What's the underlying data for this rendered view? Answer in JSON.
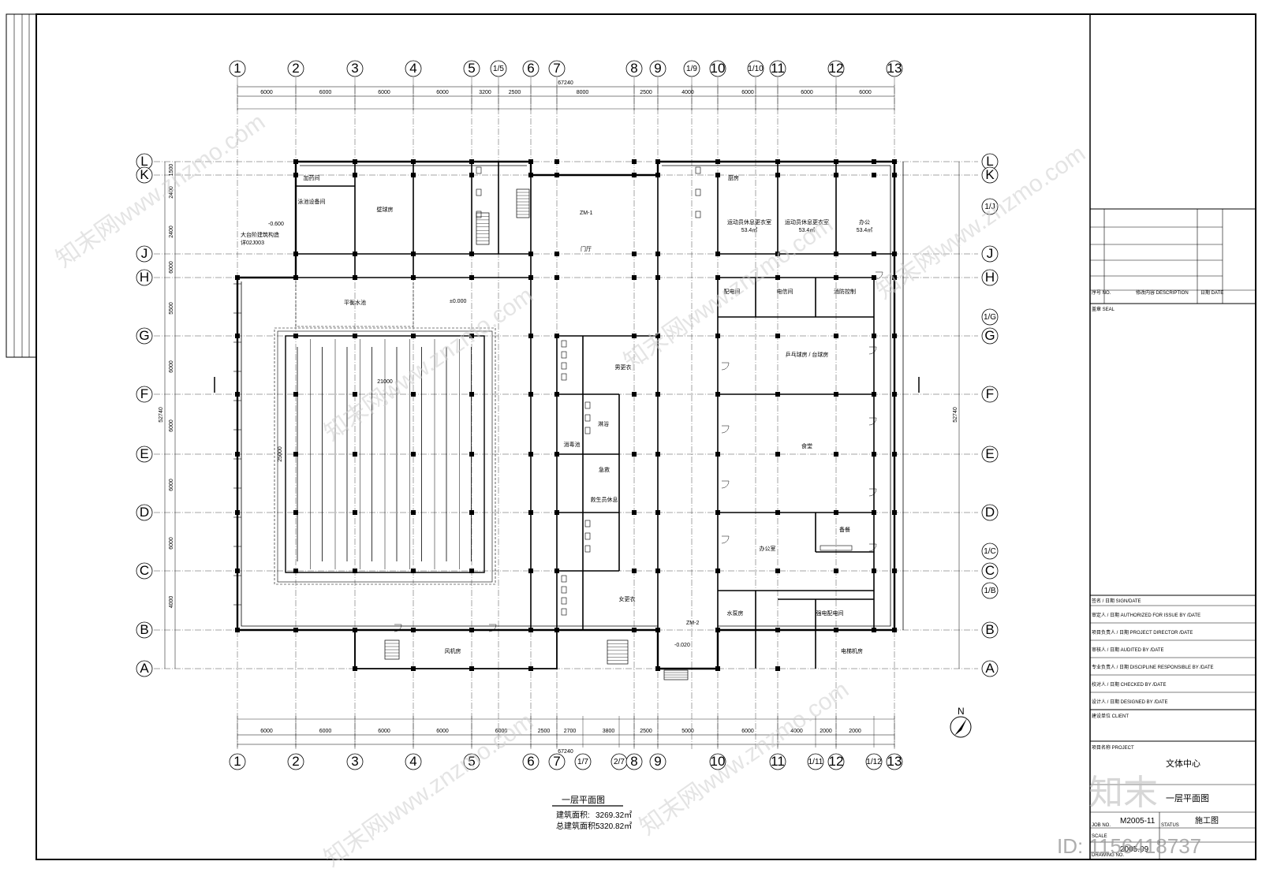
{
  "axes": {
    "top": [
      "1",
      "2",
      "3",
      "4",
      "5",
      "1/5",
      "6",
      "7",
      "8",
      "9",
      "1/9",
      "10",
      "1/10",
      "11",
      "12",
      "13"
    ],
    "bottom": [
      "1",
      "2",
      "3",
      "4",
      "5",
      "6",
      "7",
      "1/7",
      "2/7",
      "8",
      "9",
      "10",
      "11",
      "1/11",
      "12",
      "1/12",
      "13"
    ],
    "left": [
      "L",
      "K",
      "J",
      "H",
      "G",
      "F",
      "E",
      "D",
      "C",
      "B",
      "A"
    ],
    "right": [
      "L",
      "K",
      "1/J",
      "J",
      "H",
      "1/G",
      "G",
      "F",
      "E",
      "D",
      "1/C",
      "C",
      "1/B",
      "B",
      "A"
    ]
  },
  "dimensions": {
    "overall_width": "67240",
    "overall_height": "52740",
    "top_bays": [
      "6000",
      "6000",
      "6000",
      "6000",
      "3200",
      "2500",
      "8000",
      "2500",
      "4000",
      "6000",
      "6000",
      "6000",
      "6000"
    ],
    "bottom_bays": [
      "6000",
      "6000",
      "6000",
      "6000",
      "6000",
      "2500",
      "2700",
      "3800",
      "2500",
      "5000",
      "6000",
      "4000",
      "2000",
      "2000"
    ],
    "left_bays": [
      "1500",
      "2400",
      "2400",
      "6000",
      "5500",
      "6000",
      "6000",
      "6000",
      "6000",
      "4000"
    ]
  },
  "rooms": [
    {
      "name": "壁球房"
    },
    {
      "name": "泳池设备间"
    },
    {
      "name": "加药间"
    },
    {
      "name": "平衡水池"
    },
    {
      "name": "门厅"
    },
    {
      "name": "男更衣"
    },
    {
      "name": "淋浴"
    },
    {
      "name": "消毒池"
    },
    {
      "name": "急救"
    },
    {
      "name": "救生员休息"
    },
    {
      "name": "女更衣"
    },
    {
      "name": "风机房"
    },
    {
      "name": "厨房"
    },
    {
      "name": "运动员休息更衣室",
      "area": "53.4㎡"
    },
    {
      "name": "运动员休息更衣室",
      "area": "53.4㎡"
    },
    {
      "name": "办公",
      "area": "53.4㎡"
    },
    {
      "name": "配电间"
    },
    {
      "name": "电信间"
    },
    {
      "name": "消防控制"
    },
    {
      "name": "乒乓球房 / 台球房"
    },
    {
      "name": "食堂"
    },
    {
      "name": "办公室"
    },
    {
      "name": "备餐"
    },
    {
      "name": "水泵房"
    },
    {
      "name": "强电配电间"
    },
    {
      "name": "电梯机房"
    }
  ],
  "pool_width": "21000",
  "pool_length": "25000",
  "notes": [
    "大台阶建筑构造",
    "详02J003",
    "ZM-1",
    "ZM-2",
    "±0.000",
    "-0.600",
    "-0.020"
  ],
  "plan_title": "一层平面图",
  "area_building_label": "建筑面积:",
  "area_building_value": "3269.32㎡",
  "area_total_label": "总建筑面积:",
  "area_total_value": "5320.82㎡",
  "north_label": "N",
  "title_block": {
    "rev_headers": [
      "序号 NO.",
      "修改内容 DESCRIPTION",
      "日期 DATE"
    ],
    "seal": "盖章 SEAL",
    "sign": "签名 / 日期 SIGN/DATE",
    "rows": [
      "审定人 / 日期 AUTHORIZED FOR ISSUE BY /DATE",
      "项目负责人 / 日期 PROJECT DIRECTOR /DATE",
      "审核人 / 日期 AUDITED BY /DATE",
      "专业负责人 / 日期 DISCIPLINE RESPONSIBLE BY /DATE",
      "校对人 / 日期 CHECKED BY /DATE",
      "设计人 / 日期 DESIGNED BY /DATE"
    ],
    "client_label": "建设单位 CLIENT",
    "project_label": "项目名称 PROJECT",
    "project_name": "文体中心",
    "drawing_name": "一层平面图",
    "job_no": "M2005-11",
    "job_no_label": "JOB NO.",
    "status_label": "STATUS",
    "status": "施工图",
    "scale_label": "SCALE",
    "date": "2005.09",
    "drawing_no_label": "DRAWING NO."
  },
  "watermarks": [
    "知末网www.znzmo.com",
    "知末",
    "ID: 1156418737"
  ]
}
